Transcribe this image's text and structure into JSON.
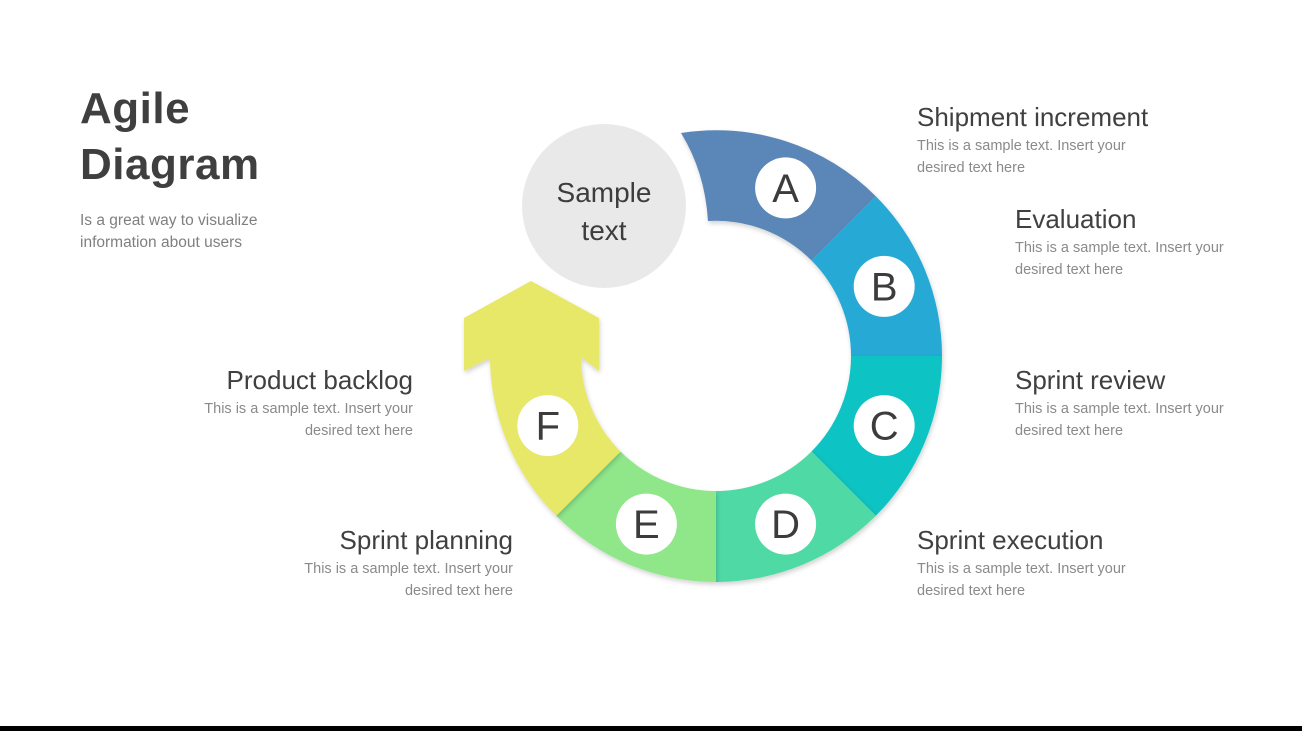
{
  "slide_title": {
    "lines": [
      "Agile",
      "Diagram"
    ],
    "subtitle_lines": [
      "Is a great way to visualize",
      "information about users"
    ]
  },
  "center_circle": {
    "lines": [
      "Sample",
      "text"
    ],
    "fill": "#e9e9e9"
  },
  "steps": [
    {
      "letter": "A",
      "title": "Shipment increment",
      "desc_lines": [
        "This is a sample text. Insert your",
        "desired text here"
      ],
      "color": "#5a87b8"
    },
    {
      "letter": "B",
      "title": "Evaluation",
      "desc_lines": [
        "This is a sample text. Insert your",
        "desired text here"
      ],
      "color": "#28a9d4"
    },
    {
      "letter": "C",
      "title": "Sprint review",
      "desc_lines": [
        "This is a sample text. Insert your",
        "desired text here"
      ],
      "color": "#11c3c3"
    },
    {
      "letter": "D",
      "title": "Sprint execution",
      "desc_lines": [
        "This is a sample text. Insert your",
        "desired text here"
      ],
      "color": "#50d9a5"
    },
    {
      "letter": "E",
      "title": "Sprint planning",
      "desc_lines": [
        "This is a sample text. Insert your",
        "desired text here"
      ],
      "color": "#8fe789"
    },
    {
      "letter": "F",
      "title": "Product backlog",
      "desc_lines": [
        "This is a sample text. Insert your",
        "desired text here"
      ],
      "color": "#e7e768"
    }
  ],
  "footer": {
    "bar_color": "#000000"
  }
}
